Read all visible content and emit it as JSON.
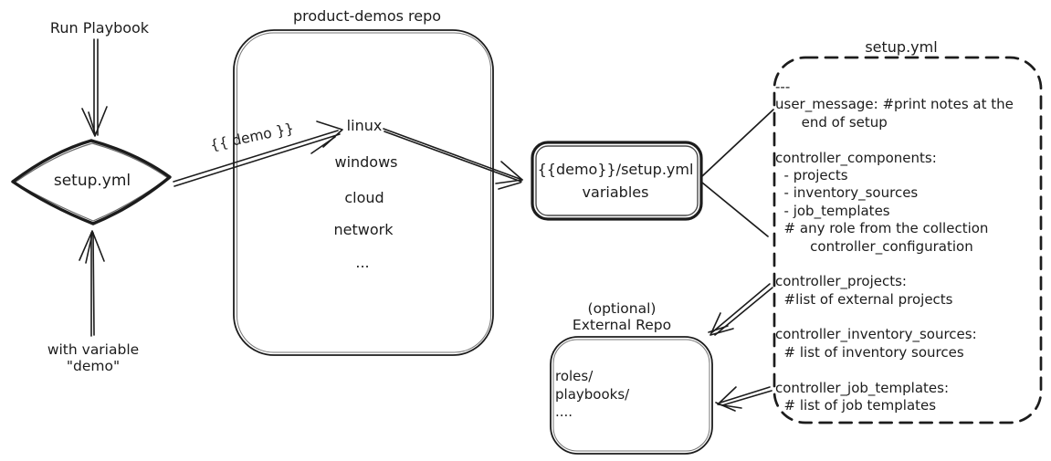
{
  "colors": {
    "ink": "#1c1c1c",
    "background": "#ffffff"
  },
  "flow": {
    "run_playbook": "Run Playbook",
    "diamond": "setup.yml",
    "with_variable": [
      "with variable",
      "\"demo\""
    ],
    "demo_arrow": "{{ demo }}"
  },
  "repo": {
    "title": "product-demos repo",
    "items": [
      "linux",
      "windows",
      "cloud",
      "network",
      "..."
    ]
  },
  "variables_box": {
    "lines": [
      "{{demo}}/setup.yml",
      "variables"
    ]
  },
  "setup_yml": {
    "title": "setup.yml",
    "lines": [
      "---",
      "user_message: #print notes at the",
      "      end of setup",
      "",
      "controller_components:",
      "  - projects",
      "  - inventory_sources",
      "  - job_templates",
      "  # any role from the collection",
      "        controller_configuration",
      "",
      "controller_projects:",
      "  #list of external projects",
      "",
      "controller_inventory_sources:",
      "  # list of inventory sources",
      "",
      "controller_job_templates:",
      "  # list of job templates"
    ]
  },
  "external_repo": {
    "title": [
      "(optional)",
      "External Repo"
    ],
    "lines": [
      "roles/",
      "playbooks/",
      "...."
    ]
  }
}
